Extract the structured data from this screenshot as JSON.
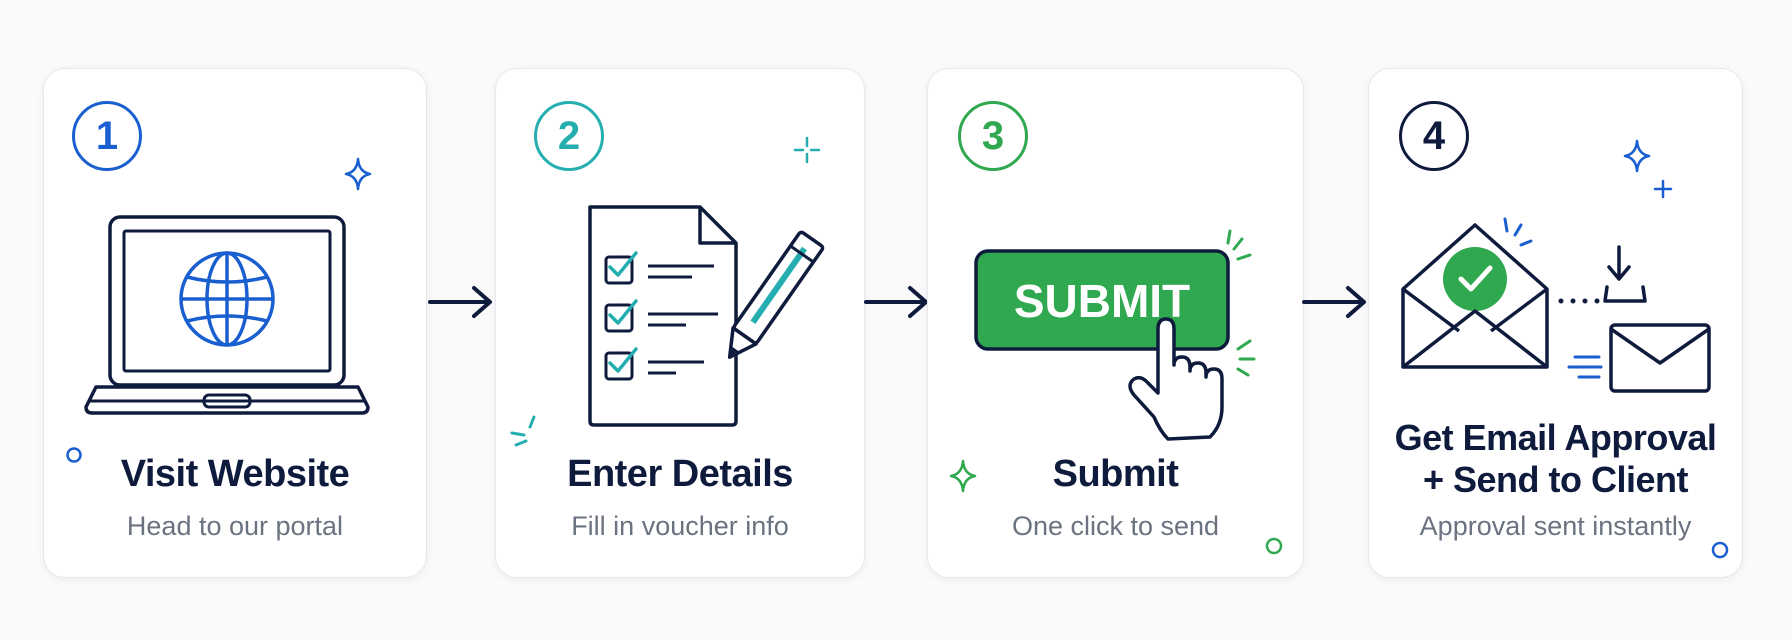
{
  "steps": [
    {
      "number": "1",
      "title": "Visit Website",
      "subtitle": "Head to our portal",
      "accent": "#1a5fd0"
    },
    {
      "number": "2",
      "title": "Enter Details",
      "subtitle": "Fill in voucher info",
      "accent": "#25aeb0"
    },
    {
      "number": "3",
      "title": "Submit",
      "subtitle": "One click to send",
      "accent": "#2fa84f",
      "button_label": "SUBMIT"
    },
    {
      "number": "4",
      "title_line1": "Get Email Approval",
      "title_line2": "+ Send to Client",
      "subtitle": "Approval sent instantly",
      "accent": "#0f1b3d"
    }
  ],
  "icons": [
    "laptop-globe-icon",
    "checklist-pencil-icon",
    "submit-click-icon",
    "email-approval-icon"
  ],
  "colors": {
    "ink": "#0f1b3d",
    "muted": "#6b7280",
    "blue": "#1a5fd0",
    "teal": "#25aeb0",
    "green": "#2fa84f"
  }
}
